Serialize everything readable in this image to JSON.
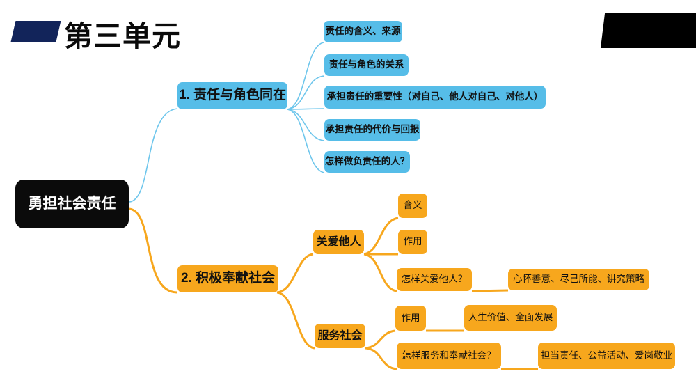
{
  "title": "第三单元",
  "root": {
    "label": "勇担社会责任"
  },
  "branches": [
    {
      "label": "1. 责任与角色同在",
      "children": [
        {
          "label": "责任的含义、来源"
        },
        {
          "label": "责任与角色的关系"
        },
        {
          "label": "承担责任的重要性（对自己、他人对自己、对他人）"
        },
        {
          "label": "承担责任的代价与回报"
        },
        {
          "label": "怎样做负责任的人？"
        }
      ]
    },
    {
      "label": "2. 积极奉献社会",
      "children": [
        {
          "label": "关爱他人",
          "children": [
            {
              "label": "含义"
            },
            {
              "label": "作用"
            },
            {
              "label": "怎样关爱他人？",
              "note": "心怀善意、尽己所能、讲究策略"
            }
          ]
        },
        {
          "label": "服务社会",
          "children": [
            {
              "label": "作用",
              "note": "人生价值、全面发展"
            },
            {
              "label": "怎样服务和奉献社会？",
              "note": "担当责任、公益活动、爱岗敬业"
            }
          ]
        }
      ]
    }
  ],
  "colors": {
    "branch1": "#56BDE8",
    "branch1_line": "#6EC6EC",
    "branch2": "#F7A71D",
    "root_bg": "#0B0B0B",
    "root_text": "#FFFFFF",
    "title_accent": "#12245A",
    "corner": "#000000",
    "text": "#111111"
  }
}
